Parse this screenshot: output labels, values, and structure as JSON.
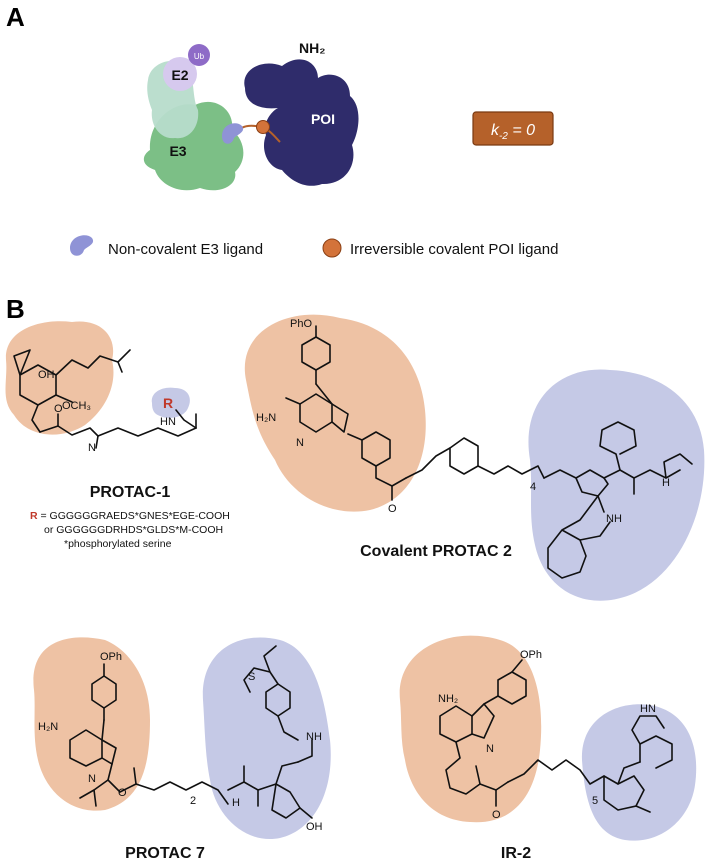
{
  "panels": {
    "a": {
      "letter": "A"
    },
    "b": {
      "letter": "B"
    }
  },
  "schematic": {
    "ub": "Ub",
    "e2": "E2",
    "e3": "E3",
    "nh2": "NH₂",
    "poi": "POI",
    "k_label": "k",
    "k_sub": "-2",
    "k_rest": " = 0"
  },
  "legend": {
    "noncovalent": "Non-covalent E3 ligand",
    "covalent": "Irreversible covalent POI ligand"
  },
  "molecules": {
    "protac1": {
      "name": "PROTAC-1",
      "r": "R",
      "oh": "OH",
      "och3": "OCH₃",
      "hn": "HN",
      "n": "N",
      "o": "O",
      "note_r": "R",
      "note_line1": " = GGGGGGRAEDS*GNES*EGE-COOH",
      "note_line2": "or GGGGGGDRHDS*GLDS*M-COOH",
      "note_line3": "*phosphorylated serine"
    },
    "protac2": {
      "name": "Covalent PROTAC 2",
      "pho": "PhO",
      "h2n": "H₂N",
      "n": "N",
      "o": "O",
      "sub4": "4",
      "nh": "NH",
      "hn": "H"
    },
    "protac7": {
      "name": "PROTAC 7",
      "oph": "OPh",
      "h2n": "H₂N",
      "n": "N",
      "o": "O",
      "s": "S",
      "sub2": "2",
      "nh": "NH",
      "h": "H",
      "oh": "OH"
    },
    "ir2": {
      "name": "IR-2",
      "oph": "OPh",
      "nh2": "NH₂",
      "n": "N",
      "o": "O",
      "hn": "HN",
      "sub5": "5"
    }
  },
  "colors": {
    "poi_region": "#eec2a4",
    "e3_region": "#c5c9e6",
    "poi_protein": "#2f2c6b",
    "e3_protein": "#7cbf86",
    "k_box": "#b5612a",
    "covalent_ball": "#d3733a",
    "noncovalent_ligand": "#8f93d6"
  }
}
